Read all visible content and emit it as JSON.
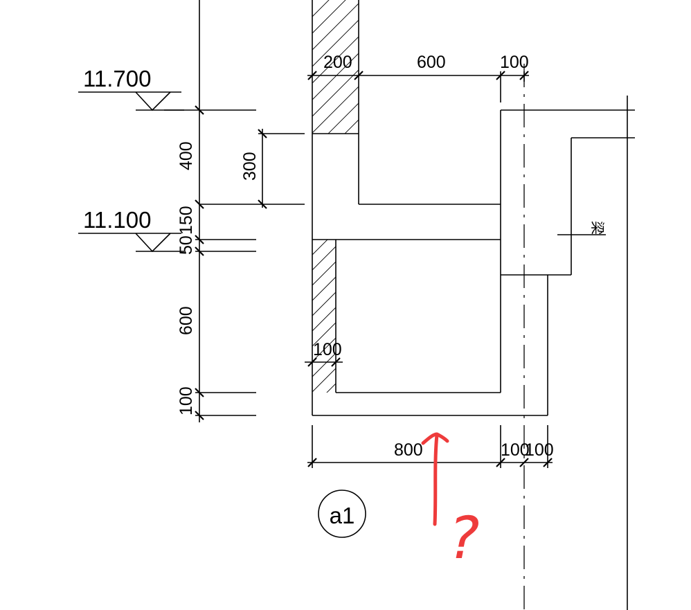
{
  "elevations": {
    "upper": "11.700",
    "lower": "11.100"
  },
  "dimensions": {
    "top_wall": "200",
    "top_span": "600",
    "top_right": "100",
    "left_400": "400",
    "left_150": "150",
    "left_50": "50",
    "left_600": "600",
    "left_100": "100",
    "inner_300": "300",
    "inner_wall": "100",
    "bottom_span": "800",
    "bottom_a": "100",
    "bottom_b": "100"
  },
  "beam_label": "梁",
  "detail_label": "a1",
  "annotation": {
    "question_mark": "?",
    "color": "#ee3b3b"
  }
}
